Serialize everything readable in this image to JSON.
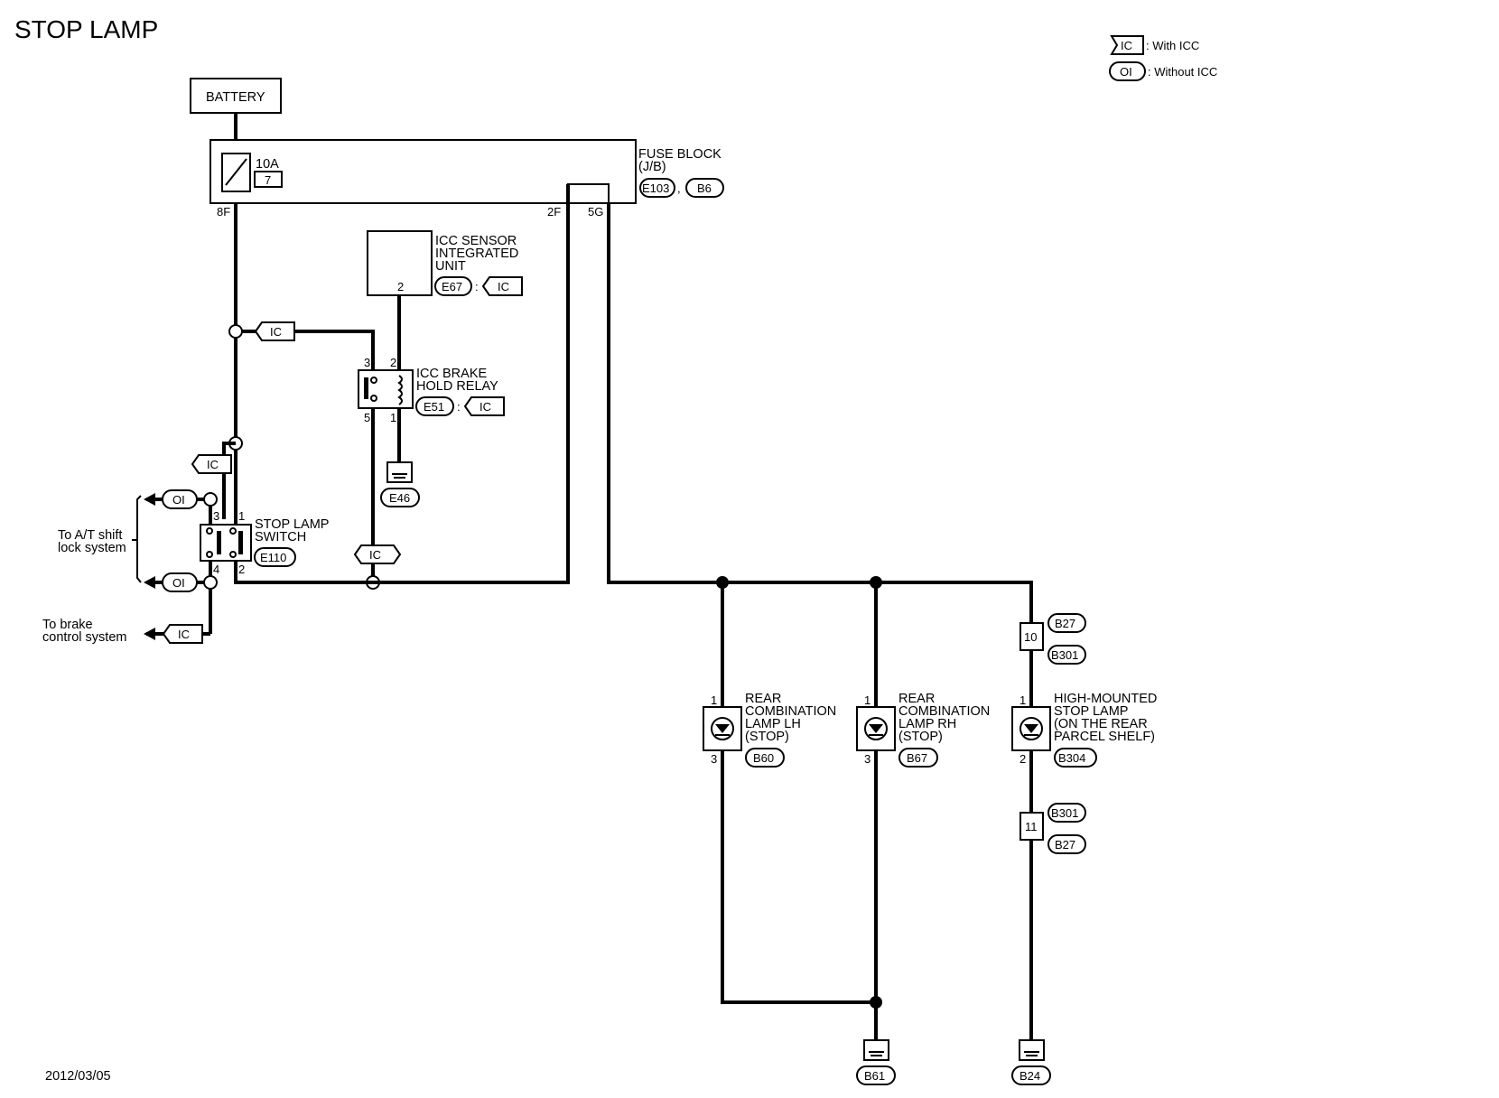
{
  "title": "STOP LAMP",
  "date": "2012/03/05",
  "legend": [
    {
      "tag": "IC",
      "text": ": With ICC"
    },
    {
      "tag": "OI",
      "text": ": Without ICC"
    }
  ],
  "battery": "BATTERY",
  "fuse": {
    "rating": "10A",
    "number": "7",
    "pin_in": "8F",
    "pin_a": "2F",
    "pin_b": "5G"
  },
  "fuse_block": {
    "line1": "FUSE BLOCK",
    "line2": "(J/B)",
    "conn1": "E103",
    "conn2": "B6"
  },
  "icc_sensor": {
    "line1": "ICC SENSOR",
    "line2": "INTEGRATED",
    "line3": "UNIT",
    "pin": "2",
    "conn": "E67",
    "variant": "IC"
  },
  "brake_relay": {
    "line1": "ICC BRAKE",
    "line2": "HOLD RELAY",
    "conn": "E51",
    "variant": "IC",
    "pin3": "3",
    "pin2": "2",
    "pin5": "5",
    "pin1": "1",
    "ground": "E46"
  },
  "stop_switch": {
    "line1": "STOP LAMP",
    "line2": "SWITCH",
    "conn": "E110",
    "pin3": "3",
    "pin1": "1",
    "pin4": "4",
    "pin2": "2"
  },
  "variant_tags": {
    "ic": "IC",
    "oi": "OI"
  },
  "to_at": {
    "line1": "To A/T shift",
    "line2": "lock system"
  },
  "to_brake": {
    "line1": "To brake",
    "line2": "control system"
  },
  "lamp_lh": {
    "line1": "REAR",
    "line2": "COMBINATION",
    "line3": "LAMP LH",
    "line4": "(STOP)",
    "conn": "B60",
    "pin_top": "1",
    "pin_bot": "3"
  },
  "lamp_rh": {
    "line1": "REAR",
    "line2": "COMBINATION",
    "line3": "LAMP RH",
    "line4": "(STOP)",
    "conn": "B67",
    "pin_top": "1",
    "pin_bot": "3"
  },
  "lamp_hm": {
    "line1": "HIGH-MOUNTED",
    "line2": "STOP LAMP",
    "line3": "(ON THE REAR",
    "line4": "PARCEL SHELF)",
    "conn": "B304",
    "pin_top": "1",
    "pin_bot": "2"
  },
  "joint_upper": {
    "pin": "10",
    "conn_top": "B27",
    "conn_bot": "B301"
  },
  "joint_lower": {
    "pin": "11",
    "conn_top": "B301",
    "conn_bot": "B27"
  },
  "ground_b61": "B61",
  "ground_b24": "B24"
}
